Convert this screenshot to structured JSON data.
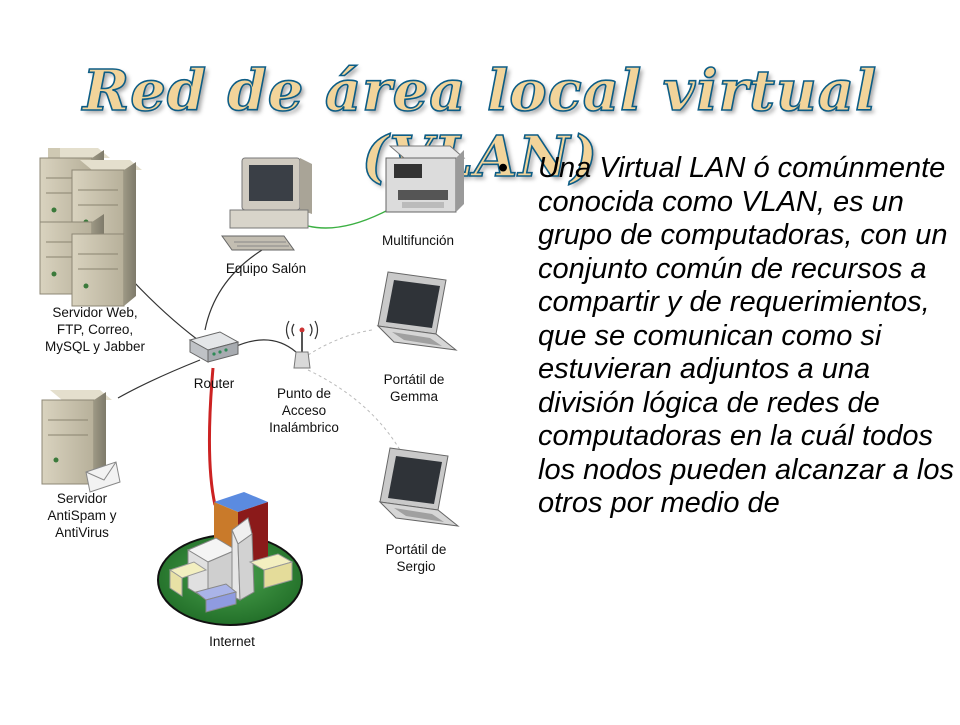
{
  "slide": {
    "title": "Red de área local virtual (VLAN)"
  },
  "diagram": {
    "nodes": [
      {
        "id": "servers",
        "label_lines": [
          "Servidor Web,",
          "FTP, Correo,",
          "MySQL y Jabber"
        ],
        "icon": "server-rack-icon"
      },
      {
        "id": "equipo",
        "label_lines": [
          "Equipo Salón"
        ],
        "icon": "desktop-computer-icon"
      },
      {
        "id": "multi",
        "label_lines": [
          "Multifunción"
        ],
        "icon": "printer-icon"
      },
      {
        "id": "router",
        "label_lines": [
          "Router"
        ],
        "icon": "router-icon"
      },
      {
        "id": "ap",
        "label_lines": [
          "Punto de",
          "Acceso",
          "Inalámbrico"
        ],
        "icon": "wireless-access-point-icon"
      },
      {
        "id": "gemma",
        "label_lines": [
          "Portátil de",
          "Gemma"
        ],
        "icon": "laptop-icon"
      },
      {
        "id": "antispam",
        "label_lines": [
          "Servidor",
          "AntiSpam y",
          "AntiVirus"
        ],
        "icon": "server-icon"
      },
      {
        "id": "sergio",
        "label_lines": [
          "Portátil de",
          "Sergio"
        ],
        "icon": "laptop-icon"
      },
      {
        "id": "internet",
        "label_lines": [
          "Internet"
        ],
        "icon": "city-icon"
      }
    ],
    "colors": {
      "cable": "#333333",
      "printer_link": "#3cb043",
      "internet_link": "#cc2222",
      "wireless_link": "#bbbbbb"
    }
  },
  "body": {
    "bullet": "•",
    "text": "Una Virtual LAN ó comúnmente conocida como VLAN, es un grupo de computadoras, con un conjunto común de recursos a compartir y de requerimientos, que se comunican como si estuvieran adjuntos a una división lógica de redes de computadoras en la cuál todos los nodos pueden alcanzar a los otros por medio de"
  }
}
